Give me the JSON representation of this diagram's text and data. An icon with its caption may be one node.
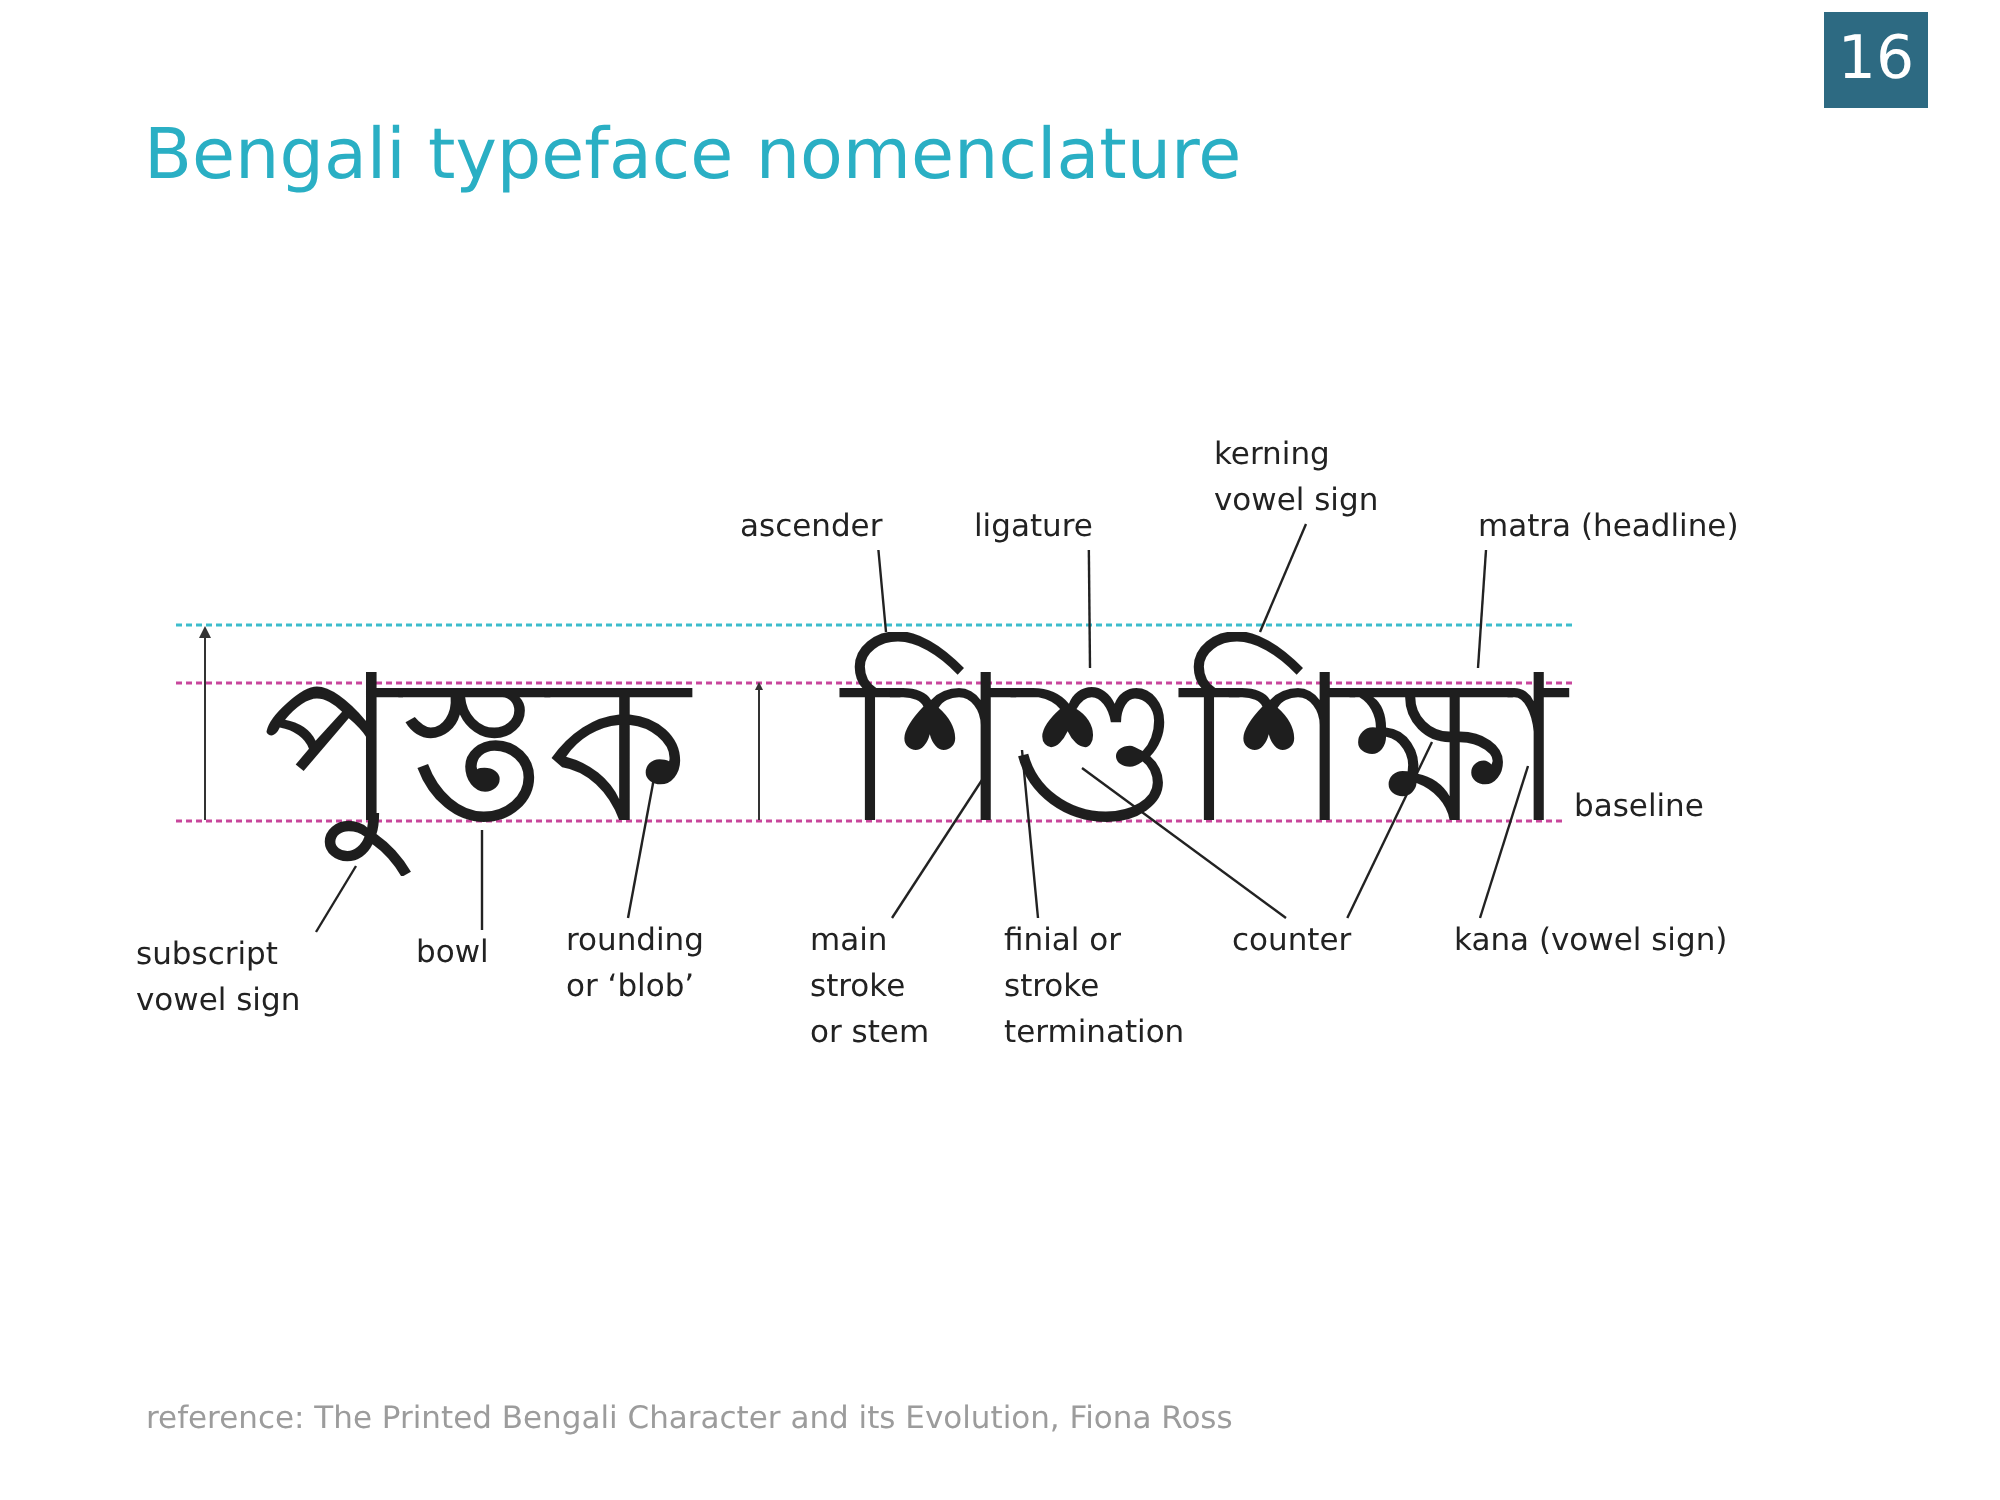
{
  "diagram": {
    "title": "Bengali typeface nomenclature",
    "nodes": [
      {
        "text": [
          "kerning vowel sign"
        ]
      },
      {
        "text": [
          "ascender"
        ]
      },
      {
        "text": [
          "ligature"
        ]
      },
      {
        "text": [
          "matra (headline)"
        ]
      },
      {
        "text": [
          "পুস্তক"
        ]
      },
      {
        "text": [
          "শিশুশিক্ষা"
        ]
      },
      {
        "text": [
          "subscript vowel sign"
        ]
      },
      {
        "text": [
          "bowl"
        ]
      },
      {
        "text": [
          "rounding or ‘blob’"
        ]
      },
      {
        "text": [
          "main stroke or stem"
        ]
      },
      {
        "text": [
          "finial or stroke termination"
        ]
      },
      {
        "text": [
          "counter"
        ]
      },
      {
        "text": [
          "kana (vowel sign)"
        ]
      }
    ],
    "edges": [
      {
        "from": 0,
        "to": 5,
        "arrow": "none"
      },
      {
        "from": 1,
        "to": 5,
        "arrow": "none"
      },
      {
        "from": 2,
        "to": 5,
        "arrow": "none"
      },
      {
        "from": 3,
        "to": 5,
        "arrow": "none"
      },
      {
        "from": 6,
        "to": 4,
        "arrow": "none"
      },
      {
        "from": 7,
        "to": 4,
        "arrow": "none"
      },
      {
        "from": 8,
        "to": 4,
        "arrow": "none"
      },
      {
        "from": 9,
        "to": 5,
        "arrow": "none"
      },
      {
        "from": 10,
        "to": 5,
        "arrow": "none"
      },
      {
        "from": 11,
        "to": 5,
        "arrow": "none"
      },
      {
        "from": 11,
        "to": 5,
        "arrow": "none"
      },
      {
        "from": 12,
        "to": 5,
        "arrow": "none"
      }
    ],
    "labels": [
      "16",
      "baseline",
      "reference: The Printed Bengali Character and its Evolution, Fiona Ross"
    ]
  }
}
